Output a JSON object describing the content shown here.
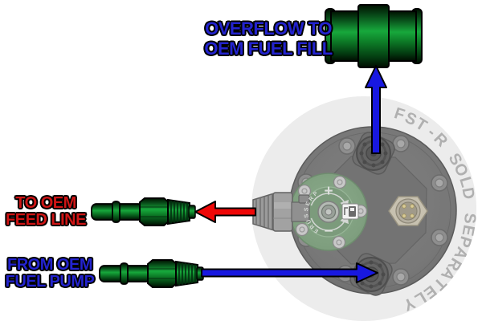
{
  "diagram": {
    "labels": {
      "overflow_line1": "OVERFLOW TO",
      "overflow_line2": "OEM FUEL FILL",
      "feed_line1": "TO OEM",
      "feed_line2": "FEED LINE",
      "pump_line1": "FROM OEM",
      "pump_line2": "FUEL PUMP"
    },
    "watermark_text": "FST-R SOLD SEPARATELY",
    "regulator": {
      "dial_text": "PRESSURE",
      "increase_symbol": "+",
      "decrease_symbol": "−"
    },
    "colors": {
      "label_blue": "#2323cf",
      "label_red": "#cf1515",
      "arrow_blue": "#1818e0",
      "arrow_red": "#ee0707",
      "fitting_green": "#17a83c",
      "device_gray": "#787878",
      "regulator_green": "#84a384",
      "watermark_gray": "#b0b0b0",
      "background": "#ffffff"
    }
  }
}
